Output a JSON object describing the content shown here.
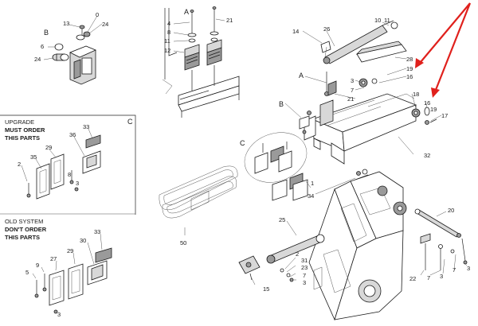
{
  "sections": {
    "upgrade": {
      "line1": "UPGRADE",
      "line2": "MUST ORDER",
      "line3": "THIS PARTS",
      "letter": "C"
    },
    "old_system": {
      "line1": "OLD SYSTEM",
      "line2": "DON'T ORDER",
      "line3": "THIS PARTS"
    },
    "detail_b": "B",
    "detail_a": "A"
  },
  "callouts": {
    "b_13": "13",
    "b_0": "0",
    "b_24a": "24",
    "b_6": "6",
    "b_24b": "24",
    "a_4": "4",
    "a_8": "8",
    "a_11": "11",
    "a_12": "12",
    "a_21": "21",
    "up_2": "2",
    "up_35": "35",
    "up_29": "29",
    "up_36": "36",
    "up_33": "33",
    "up_8": "8",
    "up_3": "3",
    "old_33": "33",
    "old_30": "30",
    "old_29": "29",
    "old_27": "27",
    "old_9": "9",
    "old_5": "5",
    "old_3": "3",
    "m_50": "50",
    "m_14": "14",
    "m_26": "26",
    "m_10": "10",
    "m_11": "11",
    "m_28": "28",
    "m_19a": "19",
    "m_16a": "16",
    "m_A": "A",
    "m_3a": "3",
    "m_7a": "7",
    "m_21": "21",
    "m_B": "B",
    "m_18": "18",
    "m_16b": "16",
    "m_19b": "19",
    "m_17": "17",
    "m_C": "C",
    "m_32": "32",
    "m_1": "1",
    "m_34": "34",
    "m_25": "25",
    "m_20": "20",
    "m_2": "2",
    "m_31": "31",
    "m_23": "23",
    "m_7b": "7",
    "m_3b": "3",
    "m_15": "15",
    "m_22": "22",
    "m_7c": "7",
    "m_3c": "3",
    "m_7d": "7",
    "m_3d": "3"
  },
  "colors": {
    "arrow": "#e0201c",
    "line": "#1a1a1a"
  }
}
